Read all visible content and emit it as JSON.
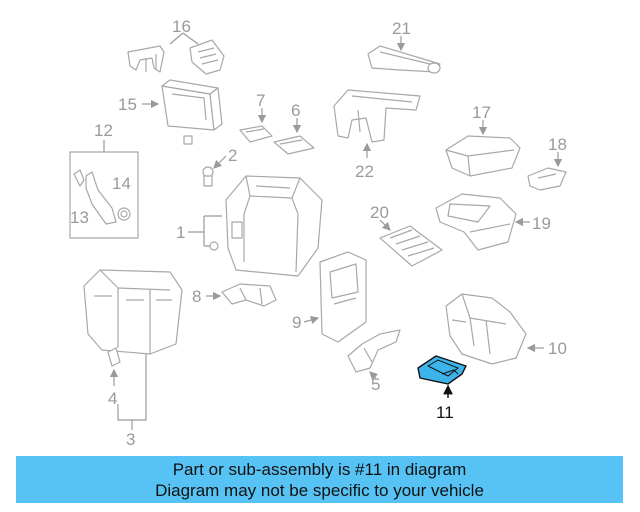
{
  "diagram": {
    "callouts": [
      "1",
      "2",
      "3",
      "4",
      "5",
      "6",
      "7",
      "8",
      "9",
      "10",
      "11",
      "12",
      "13",
      "14",
      "15",
      "16",
      "17",
      "18",
      "19",
      "20",
      "21",
      "22"
    ],
    "highlighted_part": "11",
    "highlight_color": "#3cb4ea",
    "part_color": "#a8a8a8"
  },
  "banner": {
    "line1": "Part or sub-assembly is #11 in diagram",
    "line2": "Diagram may not be specific to your vehicle",
    "background": "#57c3f5"
  }
}
